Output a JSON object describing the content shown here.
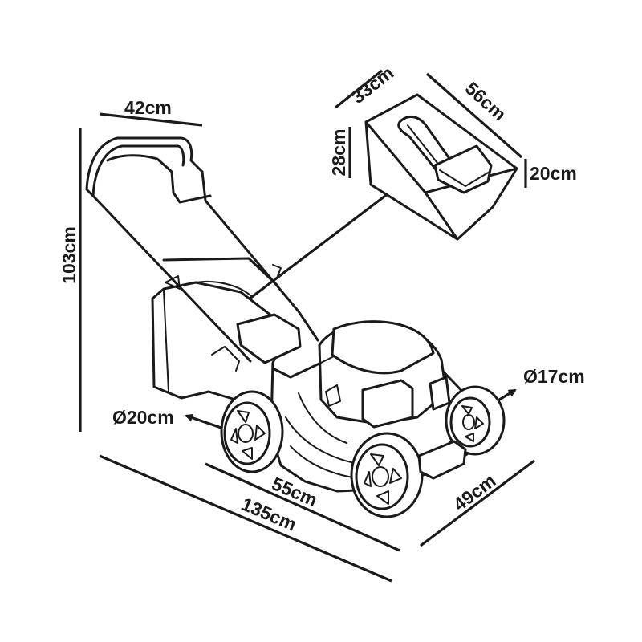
{
  "dimensions": {
    "handle_width": "42cm",
    "total_height": "103cm",
    "total_length": "135cm",
    "cutting_width": "55cm",
    "total_width": "49cm",
    "rear_wheel_diameter": "Ø20cm",
    "front_wheel_diameter": "Ø17cm"
  },
  "grass_box": {
    "width": "33cm",
    "length": "56cm",
    "height": "28cm",
    "handle_height": "20cm"
  }
}
